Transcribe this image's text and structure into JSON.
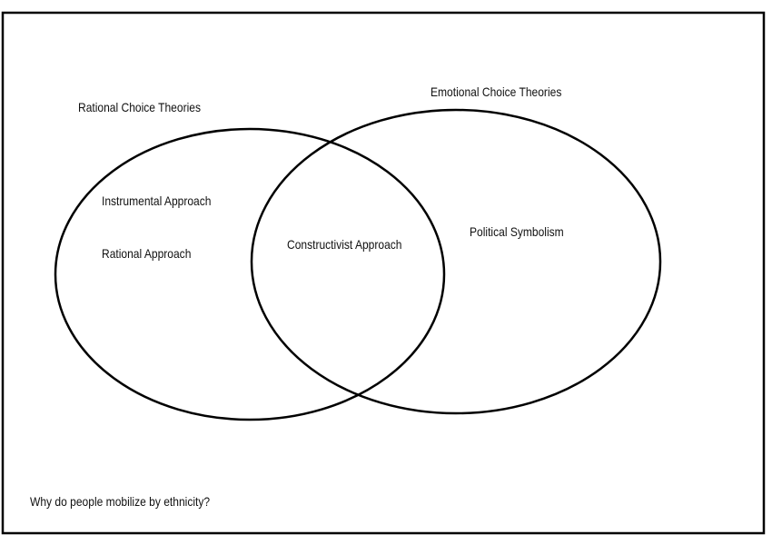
{
  "diagram": {
    "type": "venn",
    "sets": [
      {
        "label": "Rational Choice Theories",
        "items": [
          "Instrumental Approach",
          "Rational Approach"
        ]
      },
      {
        "label": "Emotional Choice Theories",
        "items": [
          "Political Symbolism"
        ]
      }
    ],
    "intersection": {
      "items": [
        "Constructivist Approach"
      ]
    },
    "caption": "Why do people mobilize by ethnicity?",
    "colors": {
      "background": "#ffffff",
      "border": "#000000",
      "stroke": "#000000",
      "text": "#111111"
    }
  }
}
